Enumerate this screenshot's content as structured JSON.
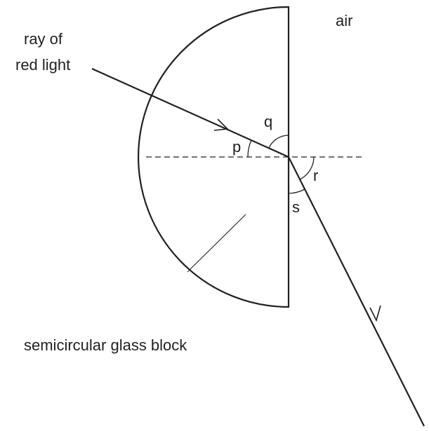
{
  "labels": {
    "air": "air",
    "ray_line1": "ray of",
    "ray_line2": "red light",
    "block": "semicircular glass block",
    "angle_p": "p",
    "angle_q": "q",
    "angle_r": "r",
    "angle_s": "s"
  },
  "colors": {
    "ink": "#231f20",
    "background": "#ffffff"
  }
}
